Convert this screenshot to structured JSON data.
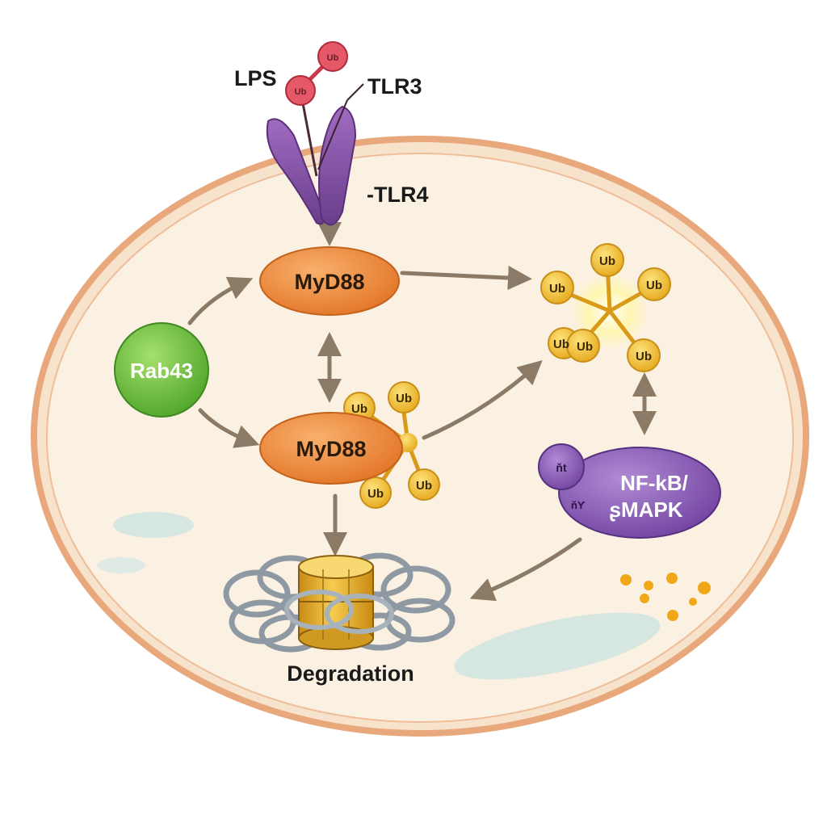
{
  "labels": {
    "lps": "LPS",
    "tlr3": "TLR3",
    "tlr4": "-TLR4",
    "myd88_top": "MyD88",
    "myd88_bottom": "MyD88",
    "rab43": "Rab43",
    "nfkb_line1": "NF-kB/",
    "nfkb_line2": "ʂMAPK",
    "degradation": "Degradation",
    "ub": "Ub",
    "ub_small": "Ub",
    "purple_dot_text": "ňt",
    "purple_body_text": "ňƳ"
  },
  "colors": {
    "cell_fill": "#fbf1e2",
    "membrane": "#eab28a",
    "myd88": "#f08a3c",
    "rab43": "#6cc23a",
    "ubiquitin": "#f2c330",
    "receptor": "#8a55a8",
    "nfkb": "#8c5cb6",
    "lps": "#e0505c",
    "arrow": "#8a7a66",
    "proteasome_ring": "#8e99a3",
    "proteasome_core": "#e9b42c"
  },
  "icons": [
    "receptor-icon",
    "lps-molecule-icon",
    "ubiquitin-chain-icon",
    "proteasome-icon"
  ]
}
